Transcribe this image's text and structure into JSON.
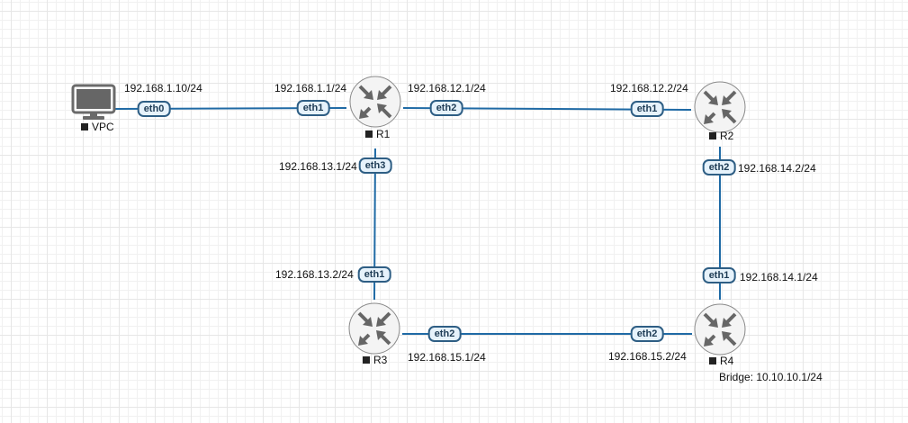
{
  "diagram": {
    "title": "Network topology",
    "nodes": [
      {
        "id": "vpc",
        "name": "VPC",
        "type": "vpc",
        "icon": "computer-icon"
      },
      {
        "id": "r1",
        "name": "R1",
        "type": "router",
        "icon": "router-icon"
      },
      {
        "id": "r2",
        "name": "R2",
        "type": "router",
        "icon": "router-icon"
      },
      {
        "id": "r3",
        "name": "R3",
        "type": "router",
        "icon": "router-icon"
      },
      {
        "id": "r4",
        "name": "R4",
        "type": "router",
        "icon": "router-icon",
        "note": "Bridge: 10.10.10.1/24"
      }
    ],
    "links": [
      {
        "from": "VPC",
        "from_port": "eth0",
        "from_ip": "192.168.1.10/24",
        "to": "R1",
        "to_port": "eth1",
        "to_ip": "192.168.1.1/24"
      },
      {
        "from": "R1",
        "from_port": "eth2",
        "from_ip": "192.168.12.1/24",
        "to": "R2",
        "to_port": "eth1",
        "to_ip": "192.168.12.2/24"
      },
      {
        "from": "R1",
        "from_port": "eth3",
        "from_ip": "192.168.13.1/24",
        "to": "R3",
        "to_port": "eth1",
        "to_ip": "192.168.13.2/24"
      },
      {
        "from": "R2",
        "from_port": "eth2",
        "from_ip": "192.168.14.2/24",
        "to": "R4",
        "to_port": "eth1",
        "to_ip": "192.168.14.1/24"
      },
      {
        "from": "R3",
        "from_port": "eth2",
        "from_ip": "192.168.15.1/24",
        "to": "R4",
        "to_port": "eth2",
        "to_ip": "192.168.15.2/24"
      }
    ],
    "colors": {
      "link": "#1f6aa5",
      "port_border": "#2e5e84",
      "port_fill": "#e6f2fb",
      "router_fill": "#f4f4f4",
      "router_stroke": "#8a8a8a",
      "icon": "#666666"
    }
  }
}
